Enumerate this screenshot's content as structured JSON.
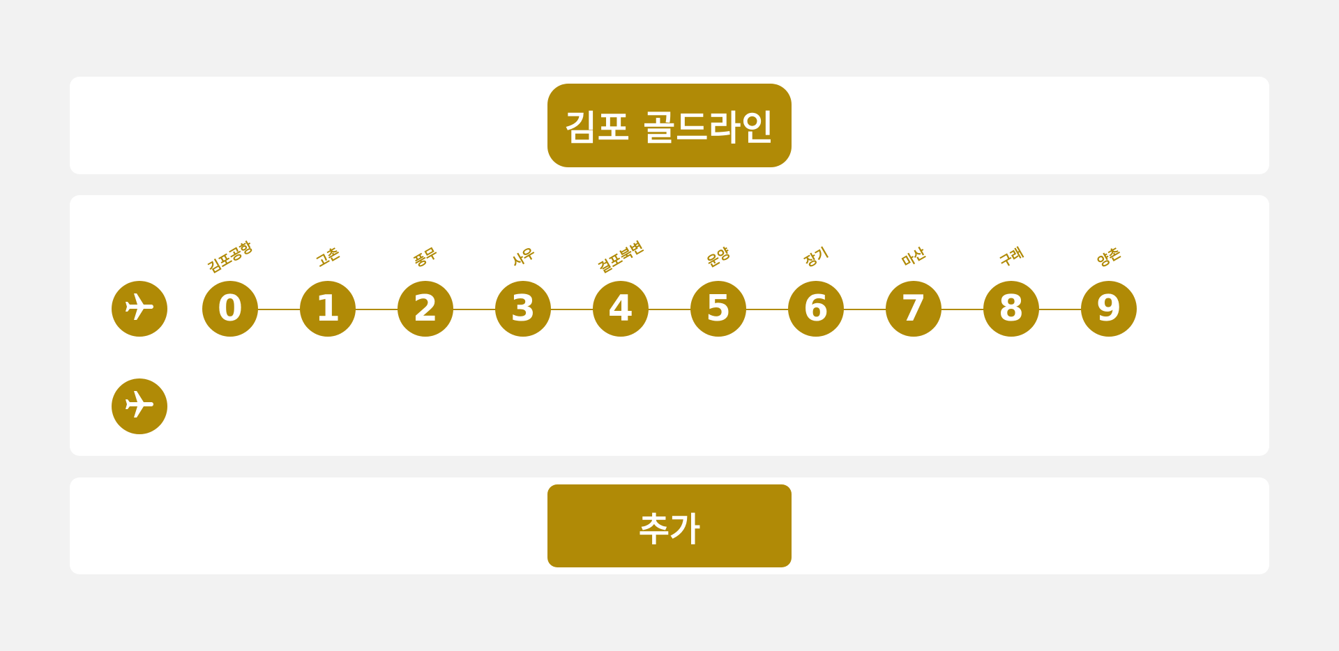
{
  "colors": {
    "gold": "#b08a06",
    "page_background": "#f2f2f2",
    "card_background": "#ffffff"
  },
  "header": {
    "title": "김포 골드라인"
  },
  "route": {
    "stations": [
      {
        "number": "0",
        "name": "김포공항"
      },
      {
        "number": "1",
        "name": "고촌"
      },
      {
        "number": "2",
        "name": "풍무"
      },
      {
        "number": "3",
        "name": "사우"
      },
      {
        "number": "4",
        "name": "걸포북변"
      },
      {
        "number": "5",
        "name": "운양"
      },
      {
        "number": "6",
        "name": "장기"
      },
      {
        "number": "7",
        "name": "마산"
      },
      {
        "number": "8",
        "name": "구래"
      },
      {
        "number": "9",
        "name": "양촌"
      }
    ],
    "plane_icons": [
      "airplane-icon",
      "airplane-icon"
    ]
  },
  "footer": {
    "add_label": "추가"
  }
}
